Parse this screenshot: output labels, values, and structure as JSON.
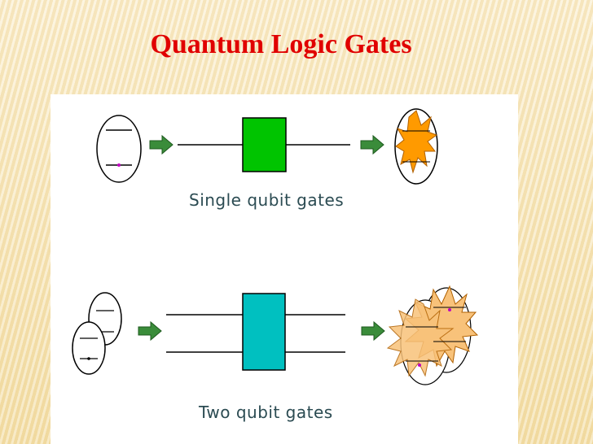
{
  "slide": {
    "title": "Quantum Logic Gates"
  },
  "diagram": {
    "single": {
      "caption": "Single qubit gates",
      "gate_color": "#00c400"
    },
    "two": {
      "caption": "Two qubit gates",
      "gate_color": "#00c0c0"
    },
    "arrow_color": "#3a8c3a",
    "star_color": "#ff9a00",
    "star_fill_light": "#f8c27a"
  }
}
